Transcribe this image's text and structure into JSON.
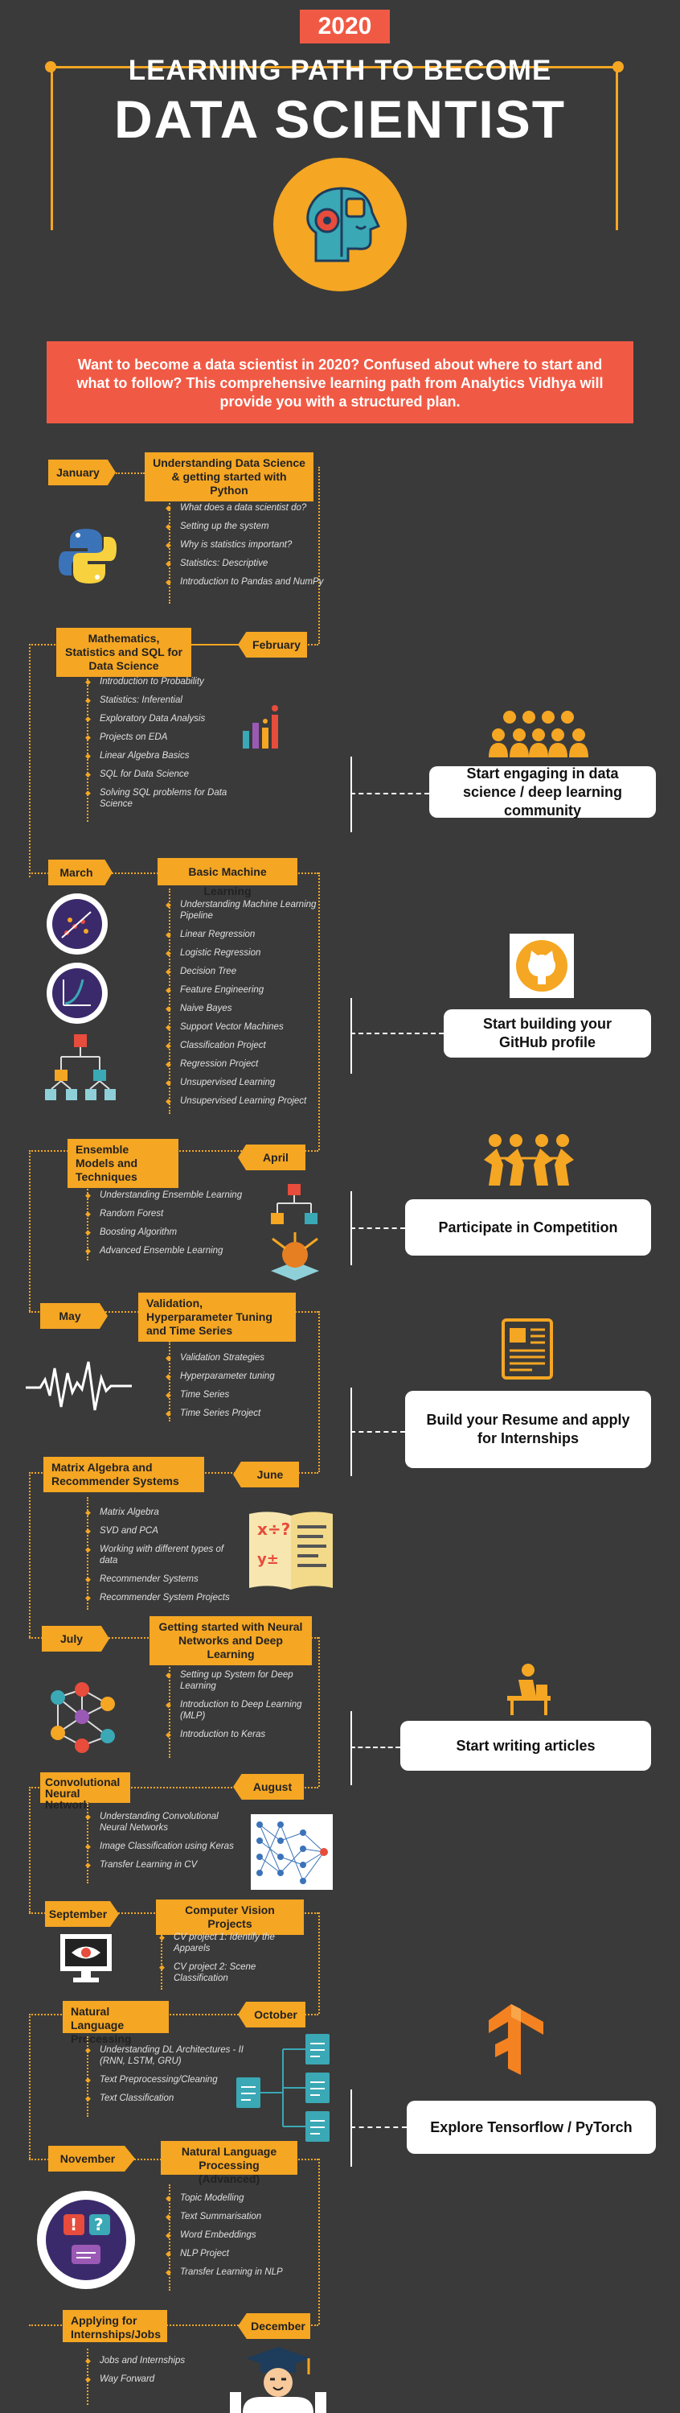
{
  "header": {
    "year": "2020",
    "line1": "LEARNING PATH TO BECOME",
    "line2": "DATA SCIENTIST",
    "intro": "Want to become a data scientist in 2020? Confused about where to start and what to follow? This comprehensive learning path from Analytics Vidhya will provide you with a structured plan."
  },
  "months": [
    {
      "name": "January",
      "topic": "Understanding Data Science & getting started with Python",
      "items": [
        "What does a data scientist do?",
        "Setting up the system",
        "Why is statistics important?",
        "Statistics: Descriptive",
        "Introduction to Pandas and NumPy"
      ]
    },
    {
      "name": "February",
      "topic": "Mathematics, Statistics and SQL for Data Science",
      "items": [
        "Introduction to Probability",
        "Statistics: Inferential",
        "Exploratory Data Analysis",
        "Projects on EDA",
        "Linear Algebra Basics",
        "SQL for Data Science",
        "Solving SQL problems for Data Science"
      ]
    },
    {
      "name": "March",
      "topic": "Basic Machine Learning",
      "items": [
        "Understanding Machine Learning Pipeline",
        "Linear Regression",
        "Logistic Regression",
        "Decision Tree",
        "Feature Engineering",
        "Naive Bayes",
        "Support Vector Machines",
        "Classification Project",
        "Regression Project",
        "Unsupervised Learning",
        "Unsupervised Learning Project"
      ]
    },
    {
      "name": "April",
      "topic": "Ensemble Models and Techniques",
      "items": [
        "Understanding Ensemble Learning",
        "Random Forest",
        "Boosting Algorithm",
        "Advanced Ensemble Learning"
      ]
    },
    {
      "name": "May",
      "topic": "Validation, Hyperparameter Tuning and Time Series",
      "items": [
        "Validation Strategies",
        "Hyperparameter tuning",
        "Time Series",
        "Time Series Project"
      ]
    },
    {
      "name": "June",
      "topic": "Matrix Algebra and Recommender Systems",
      "items": [
        "Matrix Algebra",
        "SVD and PCA",
        "Working with different types of data",
        "Recommender Systems",
        "Recommender System Projects"
      ]
    },
    {
      "name": "July",
      "topic": "Getting started with Neural Networks and Deep Learning",
      "items": [
        "Setting up System for Deep Learning",
        "Introduction to Deep Learning (MLP)",
        "Introduction to Keras"
      ]
    },
    {
      "name": "August",
      "topic": "Convolutional Neural Network",
      "items": [
        "Understanding Convolutional Neural Networks",
        "Image Classification using Keras",
        "Transfer Learning in CV"
      ]
    },
    {
      "name": "September",
      "topic": "Computer Vision  Projects",
      "items": [
        "CV project 1: Identify the Apparels",
        "CV project 2: Scene Classification"
      ]
    },
    {
      "name": "October",
      "topic": "Natural Language Processing",
      "items": [
        "Understanding DL Architectures - II (RNN, LSTM, GRU)",
        "Text Preprocessing/Cleaning",
        "Text Classification"
      ]
    },
    {
      "name": "November",
      "topic": "Natural Language Processing (Advanced)",
      "items": [
        "Topic Modelling",
        "Text Summarisation",
        "Word Embeddings",
        "NLP Project",
        "Transfer Learning in NLP"
      ]
    },
    {
      "name": "December",
      "topic": "Applying for Internships/Jobs",
      "items": [
        "Jobs and Internships",
        "Way Forward"
      ]
    }
  ],
  "side": [
    "Start engaging in data science / deep learning community",
    "Start building your GitHub profile",
    "Participate in Competition",
    "Build your Resume and apply for Internships",
    "Start writing articles",
    "Explore Tensorflow / PyTorch"
  ],
  "colors": {
    "bg": "#3a3a3a",
    "accent": "#f5a623",
    "red": "#f05a45"
  }
}
